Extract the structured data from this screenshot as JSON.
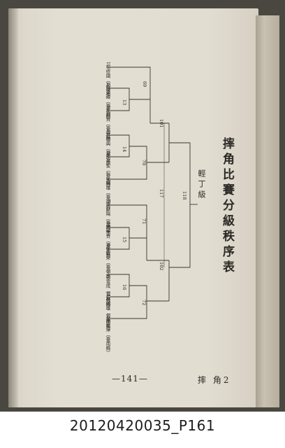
{
  "page": {
    "title": "摔角比賽分級秩序表",
    "division": "輕丁級",
    "page_number": "—141—",
    "running_head": "摔 角2"
  },
  "participants": [
    {
      "seed": "1",
      "name": "楊修國（高雄市）"
    },
    {
      "seed": "2",
      "name": "劉遠政（臺北縣）"
    },
    {
      "seed": "3",
      "name": "蔡啟賢（臺中縣）"
    },
    {
      "seed": "4",
      "name": "林德興（臺北市）"
    },
    {
      "seed": "5",
      "name": "陳昌聖（彰化縣）"
    },
    {
      "seed": "6",
      "name": "吳輝雄（臺南市）"
    },
    {
      "seed": "7",
      "name": "蕭獻陽（臺南市）"
    },
    {
      "seed": "8",
      "name": "鍾榮貴（臺東縣）"
    },
    {
      "seed": "9",
      "name": "徐智來（臺中市）"
    },
    {
      "seed": "10",
      "name": "鄭金成（嘉義縣）"
    },
    {
      "seed": "11",
      "name": "林國雄（臺南縣）"
    },
    {
      "seed": "12",
      "name": "陳孝萍（臺南縣）"
    }
  ],
  "matches": [
    "13",
    "14",
    "15",
    "16",
    "69",
    "70",
    "71",
    "72",
    "101",
    "102",
    "117",
    "118"
  ],
  "caption": "20120420035_P161"
}
